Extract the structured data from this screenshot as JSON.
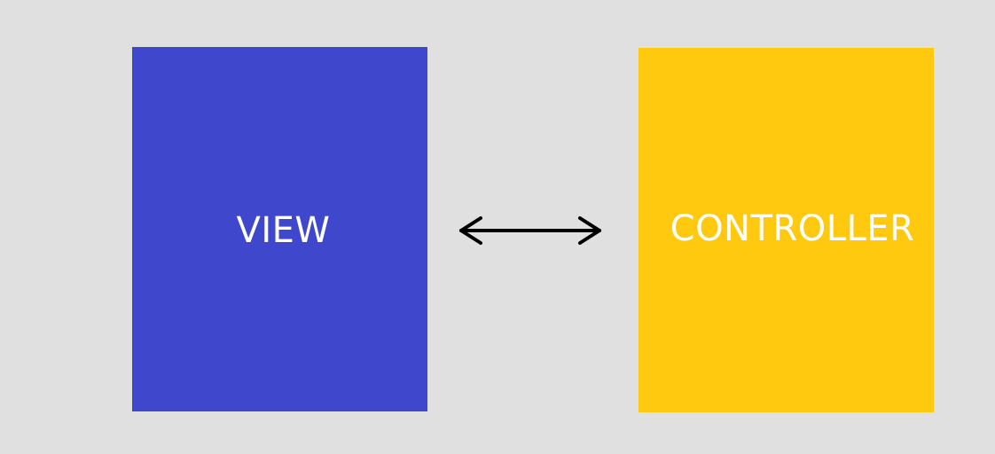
{
  "diagram": {
    "nodes": [
      {
        "id": "view",
        "label": "VIEW",
        "color": "#3f48cc"
      },
      {
        "id": "controller",
        "label": "CONTROLLER",
        "color": "#fec90e"
      }
    ],
    "edges": [
      {
        "from": "view",
        "to": "controller",
        "direction": "bidirectional",
        "color": "#000000"
      }
    ],
    "background": "#e0e0e0"
  }
}
